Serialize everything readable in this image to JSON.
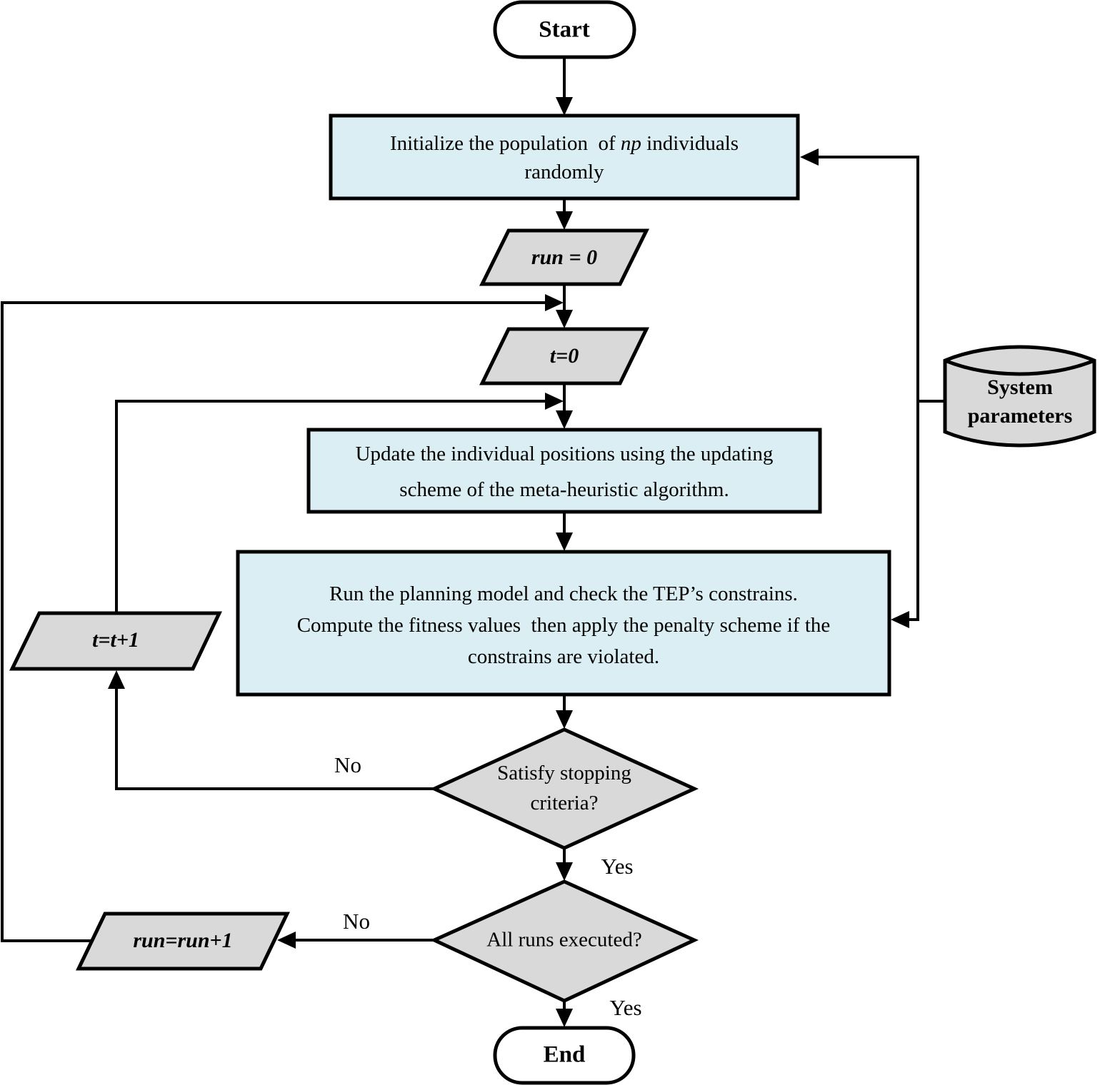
{
  "colors": {
    "process_fill": "#daeef3",
    "io_fill": "#d9d9d9",
    "terminator_fill": "#ffffff",
    "line": "#000000"
  },
  "nodes": {
    "start": {
      "label": "Start"
    },
    "initialize": {
      "line1_prefix": "Initialize the population  of ",
      "line1_var": "np",
      "line1_suffix": " individuals",
      "line2": "randomly"
    },
    "run_init": {
      "label": "run = 0"
    },
    "t_init": {
      "label": "t=0"
    },
    "update": {
      "line1": "Update the individual positions using the updating",
      "line2": "scheme of the meta-heuristic algorithm."
    },
    "evaluate": {
      "line1": "Run the planning model and check the TEP’s constrains.",
      "line2": "Compute the fitness values  then apply the penalty scheme if the",
      "line3": "constrains are violated."
    },
    "stopping_decision": {
      "line1": "Satisfy stopping",
      "line2": "criteria?"
    },
    "runs_decision": {
      "label": "All runs executed?"
    },
    "t_increment": {
      "label": "t=t+1"
    },
    "run_increment": {
      "label": "run=run+1"
    },
    "system_parameters": {
      "line1": "System",
      "line2": "parameters"
    },
    "end": {
      "label": "End"
    }
  },
  "edge_labels": {
    "stopping_no": "No",
    "stopping_yes": "Yes",
    "runs_no": "No",
    "runs_yes": "Yes"
  }
}
